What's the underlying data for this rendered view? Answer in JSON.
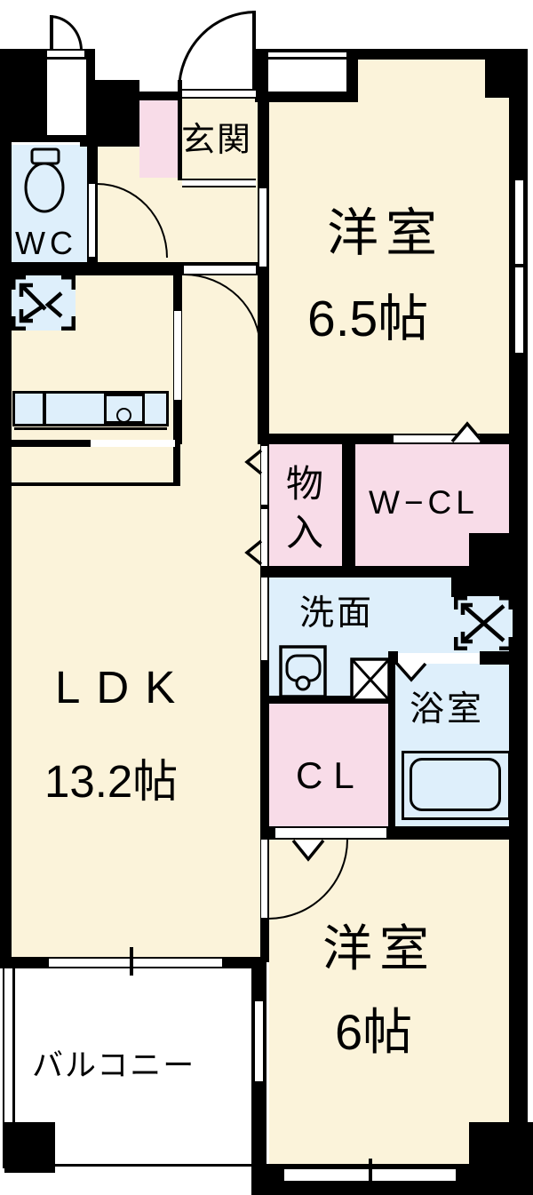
{
  "colors": {
    "floor": "#FBF3DA",
    "water_area": "#DEEFFB",
    "closet_area": "#F8DCE8",
    "wall": "#000000",
    "background": "#FFFFFF"
  },
  "rooms": {
    "genkan": {
      "label": "玄関"
    },
    "wc": {
      "label": "WC"
    },
    "bedroom1": {
      "label": "洋室",
      "size": "6.5帖"
    },
    "storage": {
      "label": "物入"
    },
    "wcl": {
      "label": "W−CL"
    },
    "washroom": {
      "label": "洗面"
    },
    "bathroom": {
      "label": "浴室"
    },
    "closet": {
      "label": "CL"
    },
    "ldk": {
      "label": "LDK",
      "size": "13.2帖"
    },
    "bedroom2": {
      "label": "洋室",
      "size": "6帖"
    },
    "balcony": {
      "label": "バルコニー"
    }
  },
  "icons": {
    "toilet": "toilet-icon",
    "kitchen_sink": "kitchen-sink-icon",
    "washbasin": "washbasin-icon",
    "washing_machine": "washing-machine-icon",
    "bathtub": "bathtub-icon",
    "duct": "pipe-space-symbol",
    "door_arc": "door-swing-arc",
    "window": "window-marker"
  }
}
